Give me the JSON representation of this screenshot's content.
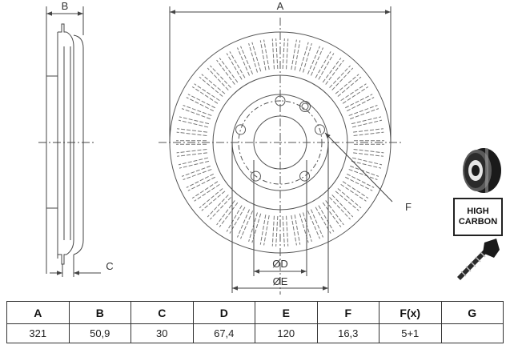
{
  "labels": {
    "dim_a": "A",
    "dim_b": "B",
    "dim_c": "C",
    "dim_d": "ØD",
    "dim_e": "ØE",
    "dim_f": "F"
  },
  "badge": {
    "line1": "HIGH",
    "line2": "CARBON"
  },
  "table": {
    "headers": [
      "A",
      "B",
      "C",
      "D",
      "E",
      "F",
      "F(x)",
      "G"
    ],
    "values": [
      "321",
      "50,9",
      "30",
      "67,4",
      "120",
      "16,3",
      "5+1",
      ""
    ]
  }
}
